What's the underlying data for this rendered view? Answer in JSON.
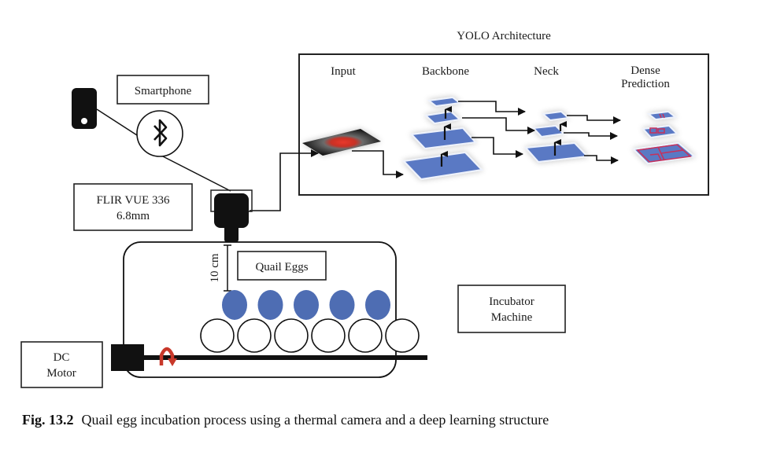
{
  "yolo": {
    "title": "YOLO Architecture",
    "stages": {
      "input": "Input",
      "backbone": "Backbone",
      "neck": "Neck",
      "dense_line1": "Dense",
      "dense_line2": "Prediction"
    }
  },
  "labels": {
    "smartphone": "Smartphone",
    "camera_line1": "FLIR VUE 336",
    "camera_line2": "6.8mm",
    "distance": "10 cm",
    "quail_eggs": "Quail Eggs",
    "incubator_line1": "Incubator",
    "incubator_line2": "Machine",
    "motor_line1": "DC",
    "motor_line2": "Motor"
  },
  "icons": {
    "bluetooth": "bluetooth-icon",
    "smartphone": "smartphone-icon",
    "camera": "thermal-camera-icon",
    "motor": "dc-motor-icon",
    "rotation": "rotation-arrow-icon"
  },
  "counts": {
    "quail_eggs": 5,
    "rollers": 6
  },
  "colors": {
    "egg_blue": "#4e6db3",
    "layer_blue": "#5a79c4",
    "rotation_red": "#c8382a",
    "thermal_red": "#d93a2a",
    "bbox_red": "#c8305a"
  },
  "caption": {
    "figure_label": "Fig. 13.2",
    "text": "Quail egg incubation process using a thermal camera and a deep learning structure"
  }
}
